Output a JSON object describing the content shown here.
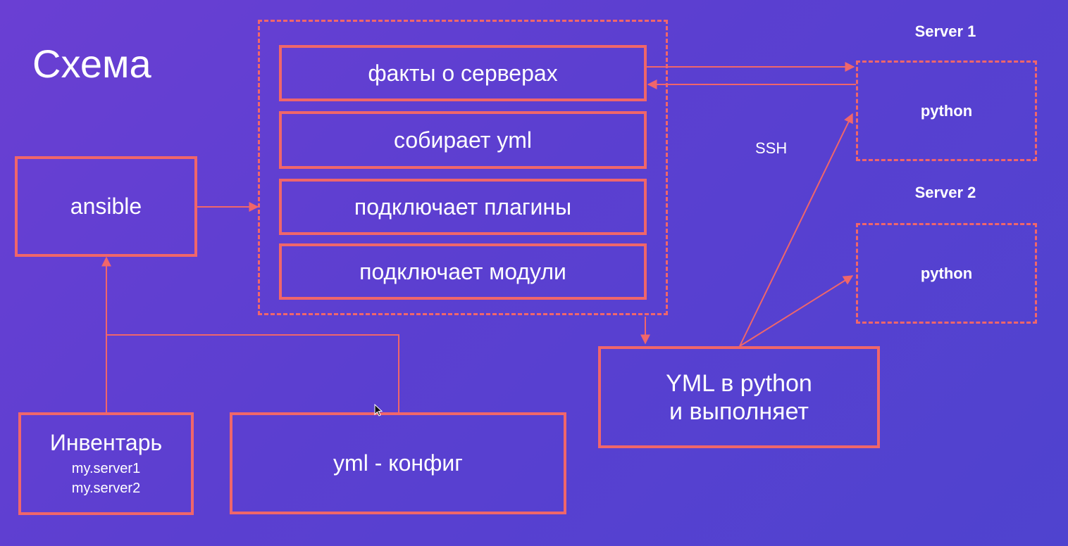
{
  "title": "Схема",
  "boxes": {
    "ansible": "ansible",
    "facts": "факты о серверах",
    "collects": "собирает yml",
    "plugins": "подключает плагины",
    "modules": "подключает модули",
    "inventory_title": "Инвентарь",
    "inventory_server1": "my.server1",
    "inventory_server2": "my.server2",
    "config": "yml - конфиг",
    "yml_python_line1": "YML в python",
    "yml_python_line2": "и выполняет"
  },
  "servers": [
    {
      "label": "Server 1",
      "runtime": "python"
    },
    {
      "label": "Server 2",
      "runtime": "python"
    }
  ],
  "connection_label": "SSH",
  "colors": {
    "background_start": "#6a3fd3",
    "background_end": "#4f43cf",
    "accent": "#f0666a",
    "text": "#ffffff"
  }
}
